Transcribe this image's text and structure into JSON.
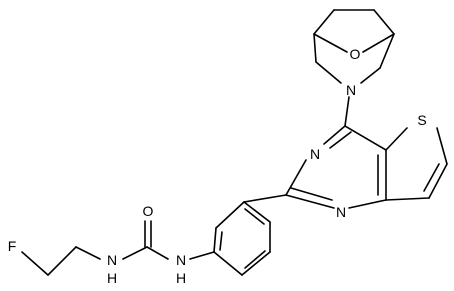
{
  "structure": {
    "atoms": {
      "O_bridge": "O",
      "N_bicyclic": "N",
      "S_thiophene": "S",
      "N_pyr_top": "N",
      "N_pyr_bottom": "N",
      "O_carbonyl": "O",
      "N_urea_right": "N",
      "H_urea_right": "H",
      "N_urea_left": "N",
      "H_urea_left": "H",
      "F": "F"
    }
  },
  "colors": {
    "ink": "#000000",
    "background": "#ffffff"
  }
}
